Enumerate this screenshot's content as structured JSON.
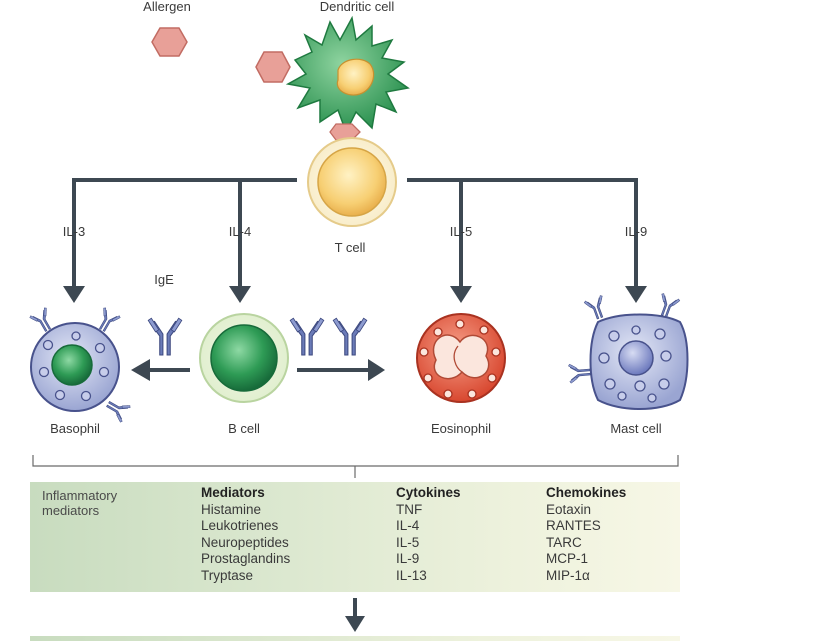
{
  "labels": {
    "allergen": "Allergen",
    "dendritic_cell": "Dendritic cell",
    "t_cell": "T cell",
    "il3": "IL-3",
    "il4": "IL-4",
    "il5": "IL-5",
    "il9": "IL-9",
    "ige": "IgE",
    "basophil": "Basophil",
    "b_cell": "B cell",
    "eosinophil": "Eosinophil",
    "mast_cell": "Mast cell"
  },
  "panel": {
    "title": "Inflammatory mediators",
    "columns": [
      {
        "heading": "Mediators",
        "items": [
          "Histamine",
          "Leukotrienes",
          "Neuropeptides",
          "Prostaglandins",
          "Tryptase"
        ]
      },
      {
        "heading": "Cytokines",
        "items": [
          "TNF",
          "IL-4",
          "IL-5",
          "IL-9",
          "IL-13"
        ]
      },
      {
        "heading": "Chemokines",
        "items": [
          "Eotaxin",
          "RANTES",
          "TARC",
          "MCP-1",
          "MIP-1α"
        ]
      }
    ]
  },
  "colors": {
    "connector": "#3d4852",
    "allergen_fill": "#e8a098",
    "dendritic_green": "#2e9b55",
    "nucleus_yellow": "#f5c96a",
    "bcell_green": "#1f8f50",
    "eosinophil_red": "#e0553e",
    "cell_blue": "#aab3d8",
    "antibody_blue": "#5a6aa8"
  }
}
